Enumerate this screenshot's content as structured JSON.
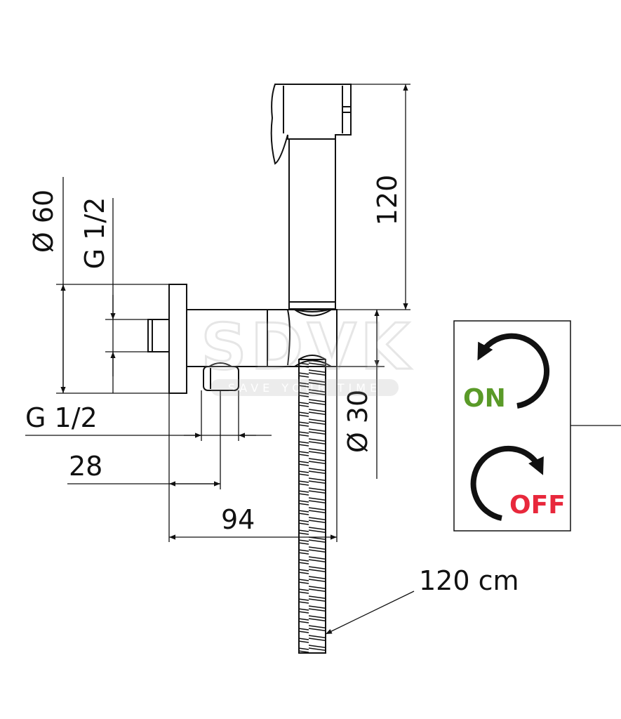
{
  "dimensions": {
    "diameter_plate": "Ø 60",
    "thread_vertical": "G 1/2",
    "thread_horizontal": "G 1/2",
    "length_28": "28",
    "length_94": "94",
    "height_120": "120",
    "diameter_holder": "Ø 30",
    "hose_length": "120 cm"
  },
  "watermark": {
    "brand": "SDVK",
    "tagline": "SAVE YOUR TIME"
  },
  "legend": {
    "on_label": "ON",
    "off_label": "OFF",
    "on_color": "#5a9a28",
    "off_color": "#e8283c"
  }
}
